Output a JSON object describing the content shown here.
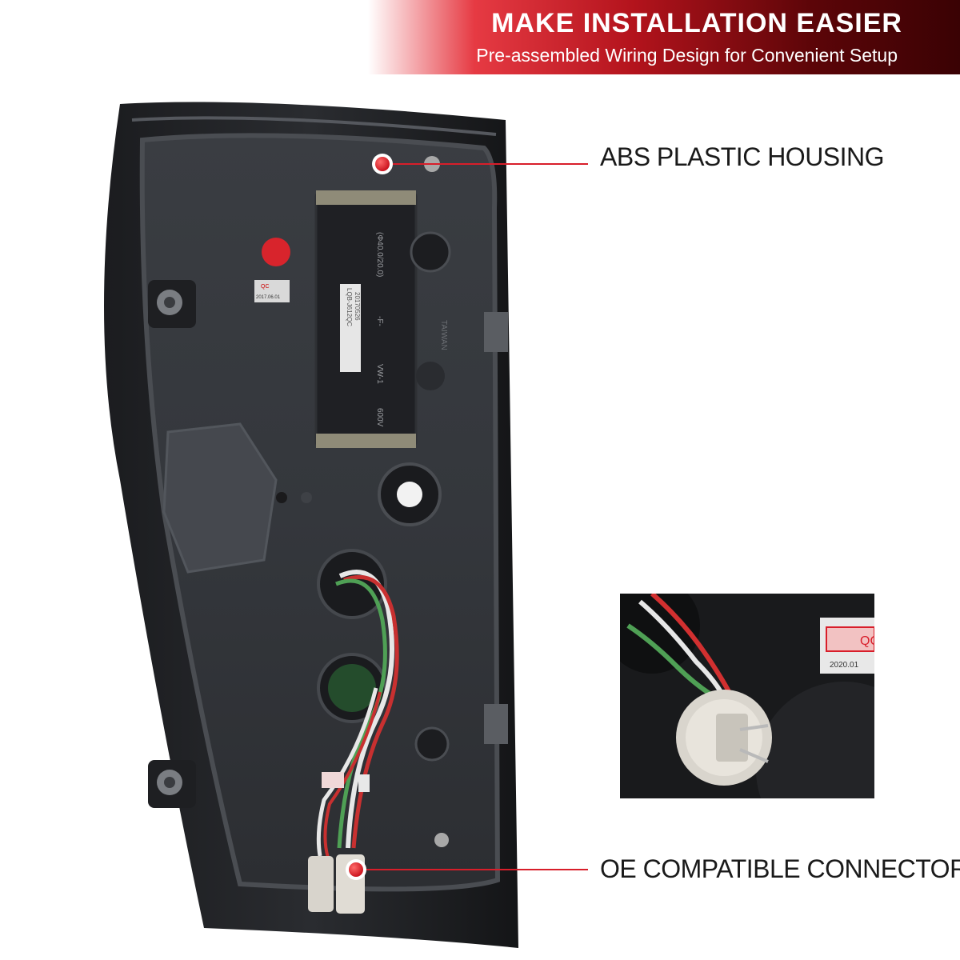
{
  "banner": {
    "title": "MAKE INSTALLATION EASIER",
    "subtitle": "Pre-assembled Wiring Design for Convenient Setup"
  },
  "callouts": {
    "housing": "ABS PLASTIC HOUSING",
    "connectors": "OE COMPATIBLE CONNECTORS"
  },
  "colors": {
    "accent": "#d81e2a",
    "housing": "#2e3034",
    "label_text": "#1a1a1a"
  },
  "icons": {
    "marker": "red-dot-marker-icon"
  },
  "photo_text": {
    "qc_sticker": "QC",
    "qc_date": "2017.06.01",
    "lot_line1": "LQB-J612QC",
    "lot_line2": "20170526",
    "wire_rating": "(Φ40.0/20.0)",
    "wire_f": "-F-",
    "wire_vw": "VW-1",
    "wire_volt": "600V",
    "taiwan": "TAIWAN",
    "inset_qc": "QC",
    "inset_date": "2020.01"
  }
}
